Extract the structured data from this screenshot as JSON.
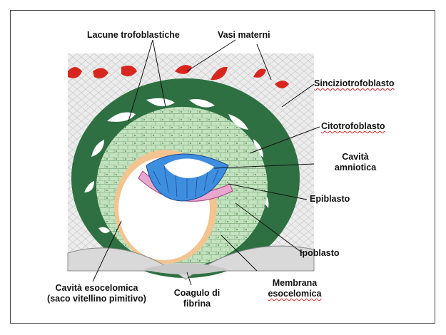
{
  "labels": {
    "lacune": "Lacune trofoblastiche",
    "vasi": "Vasi materni",
    "sincizio": "Sinciziotrofoblasto",
    "citotrofo": "Citotrofoblasto",
    "cavita_amniotica_1": "Cavità",
    "cavita_amniotica_2": "amniotica",
    "epiblasto": "Epiblasto",
    "ipoblasto": "Ipoblasto",
    "membrana_1": "Membrana",
    "membrana_2": "esocelomica",
    "coagulo_1": "Coagulo di",
    "coagulo_2": "fibrina",
    "esocelomica_1": "Cavità esocelomica",
    "esocelomica_2": "(saco vitellino pimitivo)"
  },
  "colors": {
    "syncytio": "#2e7042",
    "cyto": "#b9dcb6",
    "vessels": "#d7261e",
    "epiblast": "#3e8ee0",
    "hypoblast": "#e9a6cf",
    "membrane": "#f3c48f",
    "stroma": "#e6e6e6"
  }
}
